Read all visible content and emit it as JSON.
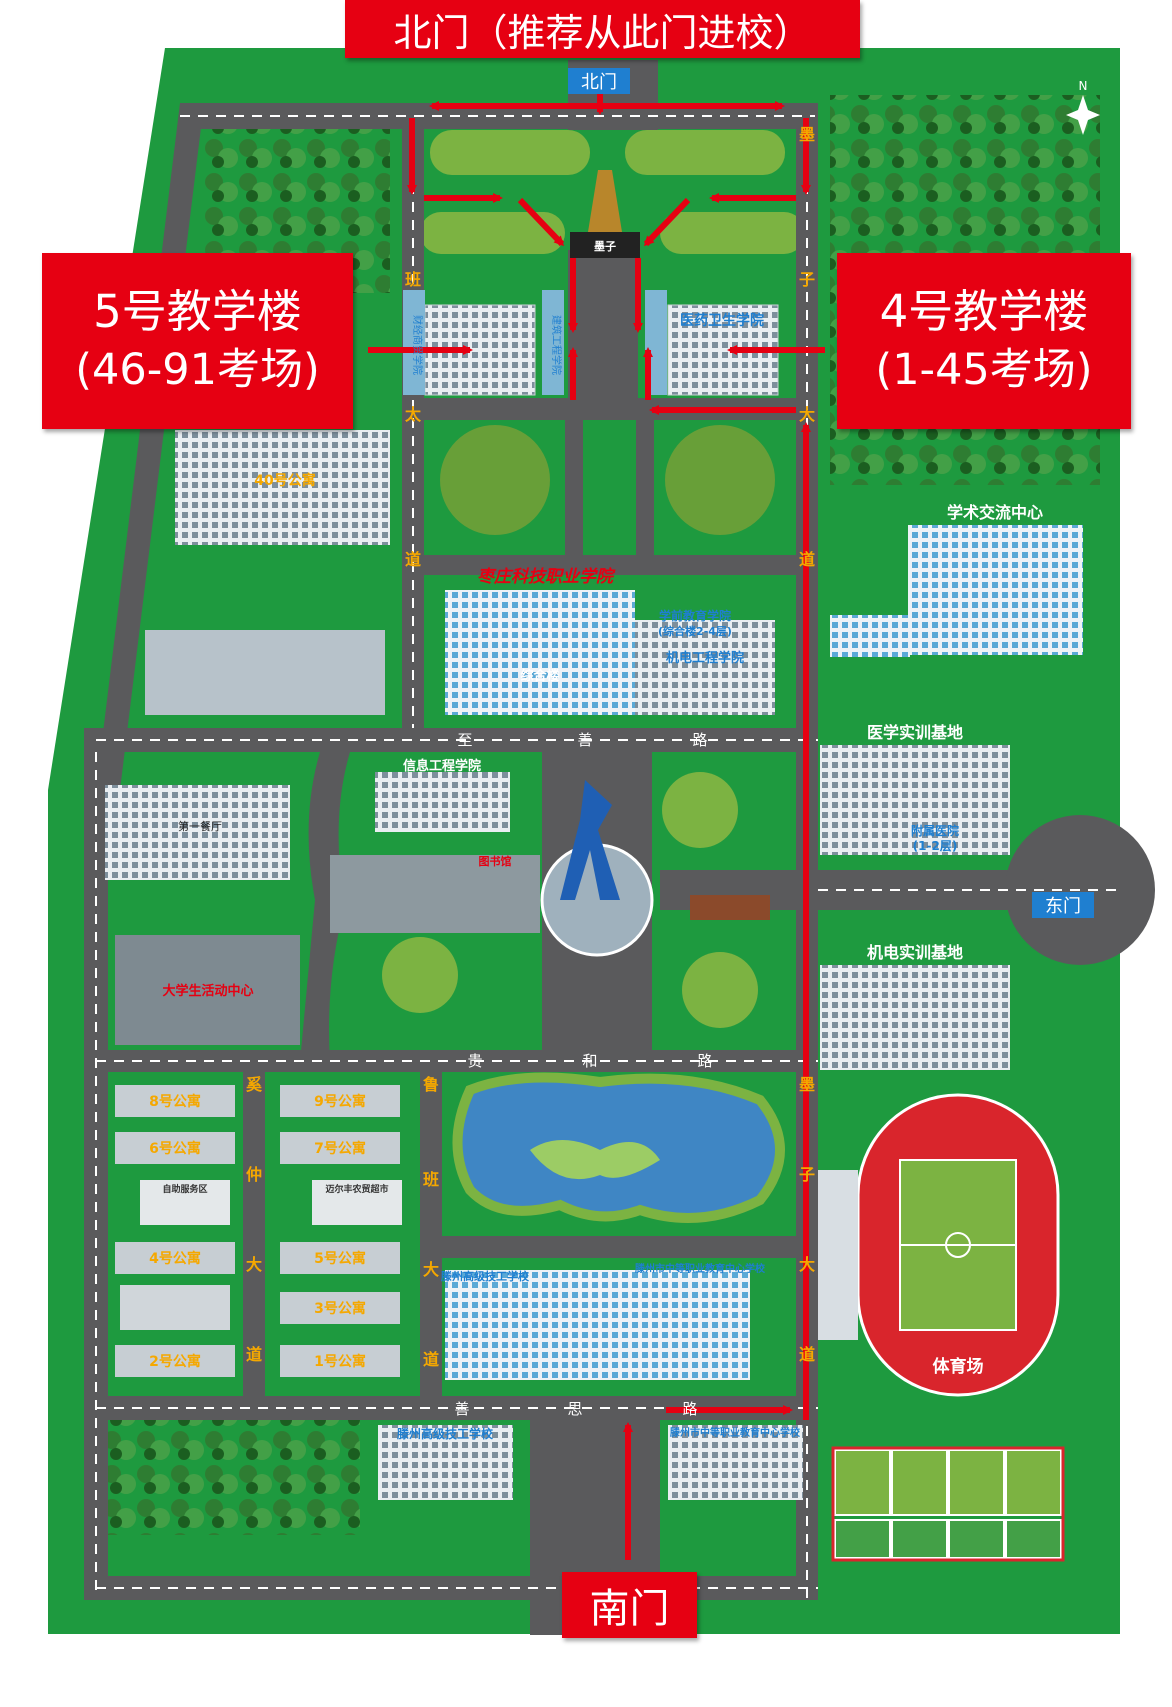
{
  "gates": {
    "north_banner": "北门（推荐从此门进校）",
    "north_sign": "北门",
    "south_banner": "南门",
    "east_sign": "东门",
    "compass": "N"
  },
  "callouts": {
    "bldg5_title": "5号教学楼",
    "bldg5_sub": "(46-91考场)",
    "bldg4_title": "4号教学楼",
    "bldg4_sub": "(1-45考场)"
  },
  "roads": {
    "zhishan": [
      "至",
      "善",
      "路"
    ],
    "guihe": [
      "贵",
      "和",
      "路"
    ],
    "shansi": [
      "善",
      "思",
      "路"
    ],
    "west_upper": [
      "班",
      "太",
      "道"
    ],
    "east_upper": [
      "墨",
      "子",
      "大",
      "道"
    ],
    "west_lower": [
      "奚",
      "仲",
      "大",
      "道"
    ],
    "middle_lower": [
      "鲁",
      "班",
      "大",
      "道"
    ],
    "east_lower": [
      "墨",
      "子",
      "大",
      "道"
    ]
  },
  "buildings": {
    "statue": "墨子",
    "caijing": "财经商贸学院",
    "jianzhu": "建筑工程学院",
    "yiyao": "医药卫生学院",
    "dorm40": "40号公寓",
    "academic_center": "学术交流中心",
    "college_name": "枣庄科技职业学院",
    "zonghelou": "综合楼",
    "xueqian": "学前教育学院",
    "xueqian_note": "(综合楼2-4层)",
    "jidian": "机电工程学院",
    "yixue_base": "医学实训基地",
    "fushu": "附属医院",
    "fushu_note": "(1-2层)",
    "xinxi": "信息工程学院",
    "canteen": "第一餐厅",
    "library": "图书馆",
    "activity": "大学生活动中心",
    "jidian_base": "机电实训基地",
    "dorm8": "8号公寓",
    "dorm9": "9号公寓",
    "dorm6": "6号公寓",
    "dorm7": "7号公寓",
    "self_service": "自助服务区",
    "mart": "迈尔丰农贸超市",
    "dorm4": "4号公寓",
    "dorm5": "5号公寓",
    "dorm3": "3号公寓",
    "dorm2": "2号公寓",
    "dorm1": "1号公寓",
    "tengzhou_tech": "滕州高级技工学校",
    "tengzhou_voc": "滕州市中等职业教育中心学校",
    "stadium": "体育场",
    "tengzhou_tech2": "滕州高级技工学校",
    "tengzhou_voc2": "滕州市中等职业教育中心学校"
  },
  "colors": {
    "grass": "#1e9a3f",
    "road": "#5a5a5c",
    "route": "#e60012",
    "lake": "#3f86c4",
    "track": "#d9252c",
    "label_yellow": "#f5a800",
    "label_blue": "#1f7fd0"
  }
}
